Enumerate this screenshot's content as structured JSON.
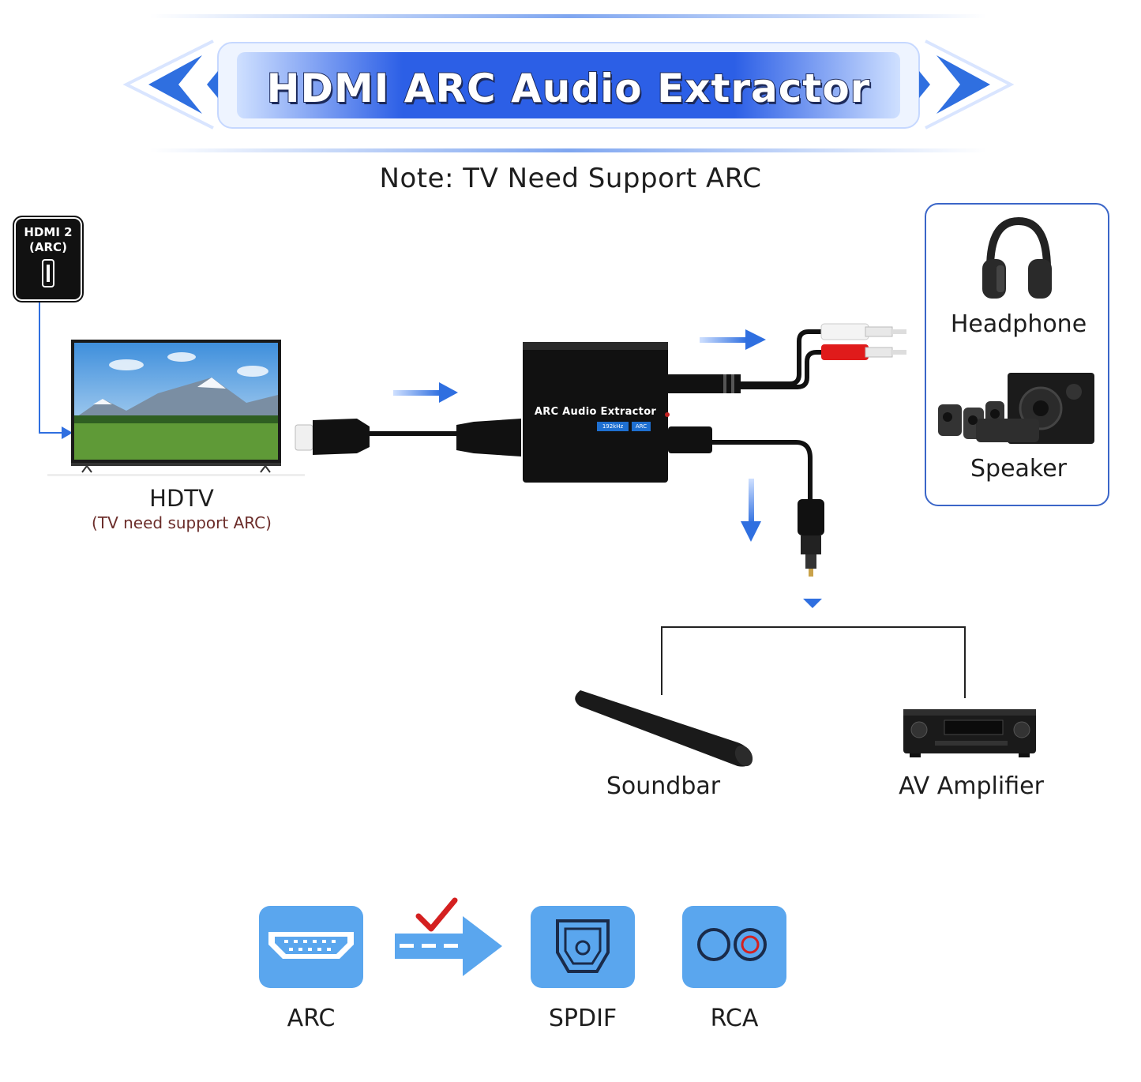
{
  "banner": {
    "title": "HDMI ARC Audio Extractor"
  },
  "note": "Note: TV Need Support ARC",
  "tv_port_badge": {
    "line1": "HDMI 2",
    "line2": "(ARC)"
  },
  "hdtv": {
    "label": "HDTV",
    "sublabel": "(TV need support ARC)"
  },
  "extractor": {
    "title": "ARC Audio Extractor",
    "chip_rate": "192kHz",
    "chip_arc": "ARC"
  },
  "outputs": {
    "headphone": "Headphone",
    "speaker": "Speaker",
    "soundbar": "Soundbar",
    "amplifier": "AV Amplifier"
  },
  "formats": {
    "arc": "ARC",
    "spdif": "SPDIF",
    "rca": "RCA"
  },
  "colors": {
    "accent": "#2f6fe0",
    "tile": "#5aa6ee",
    "check": "#d42020",
    "rca_red": "#e01b1b"
  }
}
